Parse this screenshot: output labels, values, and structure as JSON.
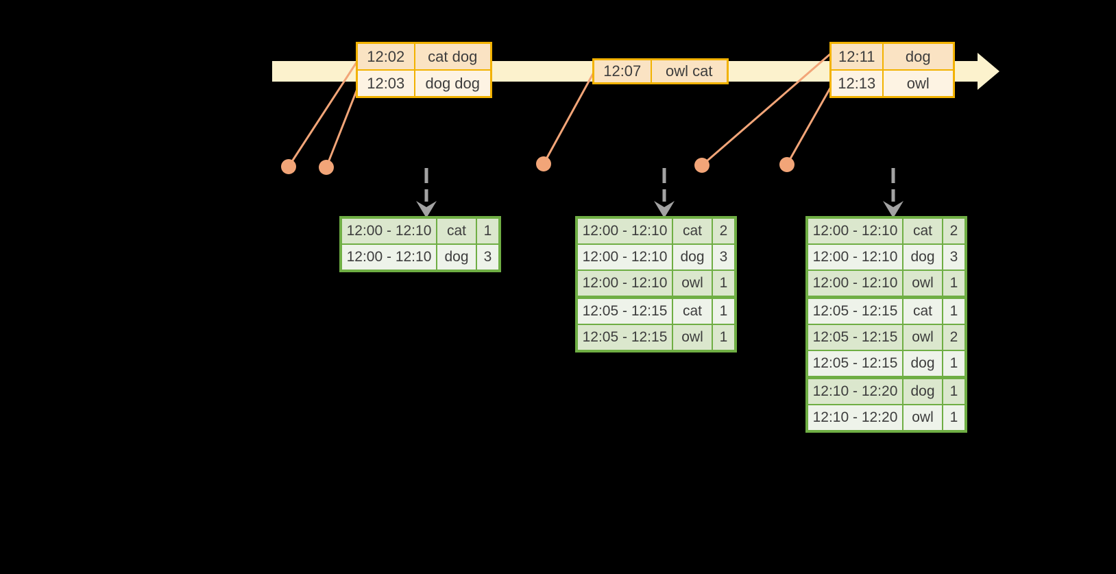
{
  "colors": {
    "background": "#000000",
    "timeline_fill": "#fcf2cd",
    "event_table_border": "#f2b200",
    "event_row_dark": "#fae3c3",
    "event_row_light": "#fdf3e3",
    "marker": "#f2a578",
    "trigger_arrow": "#a3a3a3",
    "result_table_border": "#6fae44",
    "result_row_dark": "#dbe7cd",
    "result_row_light": "#eef3ea",
    "text": "#3d3d3d"
  },
  "icons": {
    "timeline-arrow": "right-pointing-band-arrow",
    "event-marker-dot": "filled-circle",
    "event-marker-line": "leader-line",
    "trigger-arrow": "dashed-down-arrow"
  },
  "event_tables": [
    {
      "rows": [
        {
          "time": "12:02",
          "words": "cat dog"
        },
        {
          "time": "12:03",
          "words": "dog dog"
        }
      ]
    },
    {
      "rows": [
        {
          "time": "12:07",
          "words": "owl cat"
        }
      ]
    },
    {
      "rows": [
        {
          "time": "12:11",
          "words": "dog"
        },
        {
          "time": "12:13",
          "words": "owl"
        }
      ]
    }
  ],
  "result_tables": [
    {
      "rows": [
        [
          "12:00 - 12:10",
          "cat",
          "1"
        ],
        [
          "12:00 - 12:10",
          "dog",
          "3"
        ]
      ],
      "group_breaks": []
    },
    {
      "rows": [
        [
          "12:00 - 12:10",
          "cat",
          "2"
        ],
        [
          "12:00 - 12:10",
          "dog",
          "3"
        ],
        [
          "12:00 - 12:10",
          "owl",
          "1"
        ],
        [
          "12:05 - 12:15",
          "cat",
          "1"
        ],
        [
          "12:05 - 12:15",
          "owl",
          "1"
        ]
      ],
      "group_breaks": [
        3
      ]
    },
    {
      "rows": [
        [
          "12:00 - 12:10",
          "cat",
          "2"
        ],
        [
          "12:00 - 12:10",
          "dog",
          "3"
        ],
        [
          "12:00 - 12:10",
          "owl",
          "1"
        ],
        [
          "12:05 - 12:15",
          "cat",
          "1"
        ],
        [
          "12:05 - 12:15",
          "owl",
          "2"
        ],
        [
          "12:05 - 12:15",
          "dog",
          "1"
        ],
        [
          "12:10 - 12:20",
          "dog",
          "1"
        ],
        [
          "12:10 - 12:20",
          "owl",
          "1"
        ]
      ],
      "group_breaks": [
        3,
        6
      ]
    }
  ]
}
